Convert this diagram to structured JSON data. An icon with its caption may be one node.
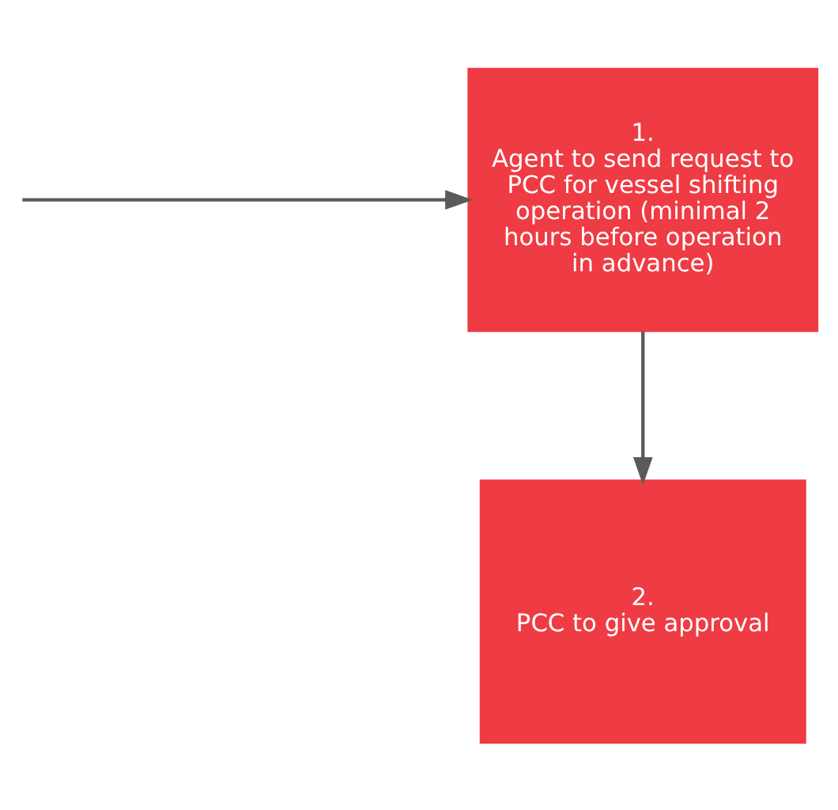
{
  "diagram": {
    "nodes": [
      {
        "text": [
          "1.",
          "Agent to send request to PCC for vessel shifting operation (minimal 2 hours before operation in advance)"
        ]
      },
      {
        "text": [
          "2.",
          "PCC to give approval"
        ]
      }
    ],
    "edges": [
      {
        "from": null,
        "to": 0,
        "arrow": "to"
      },
      {
        "from": 0,
        "to": 1,
        "arrow": "to"
      }
    ]
  }
}
